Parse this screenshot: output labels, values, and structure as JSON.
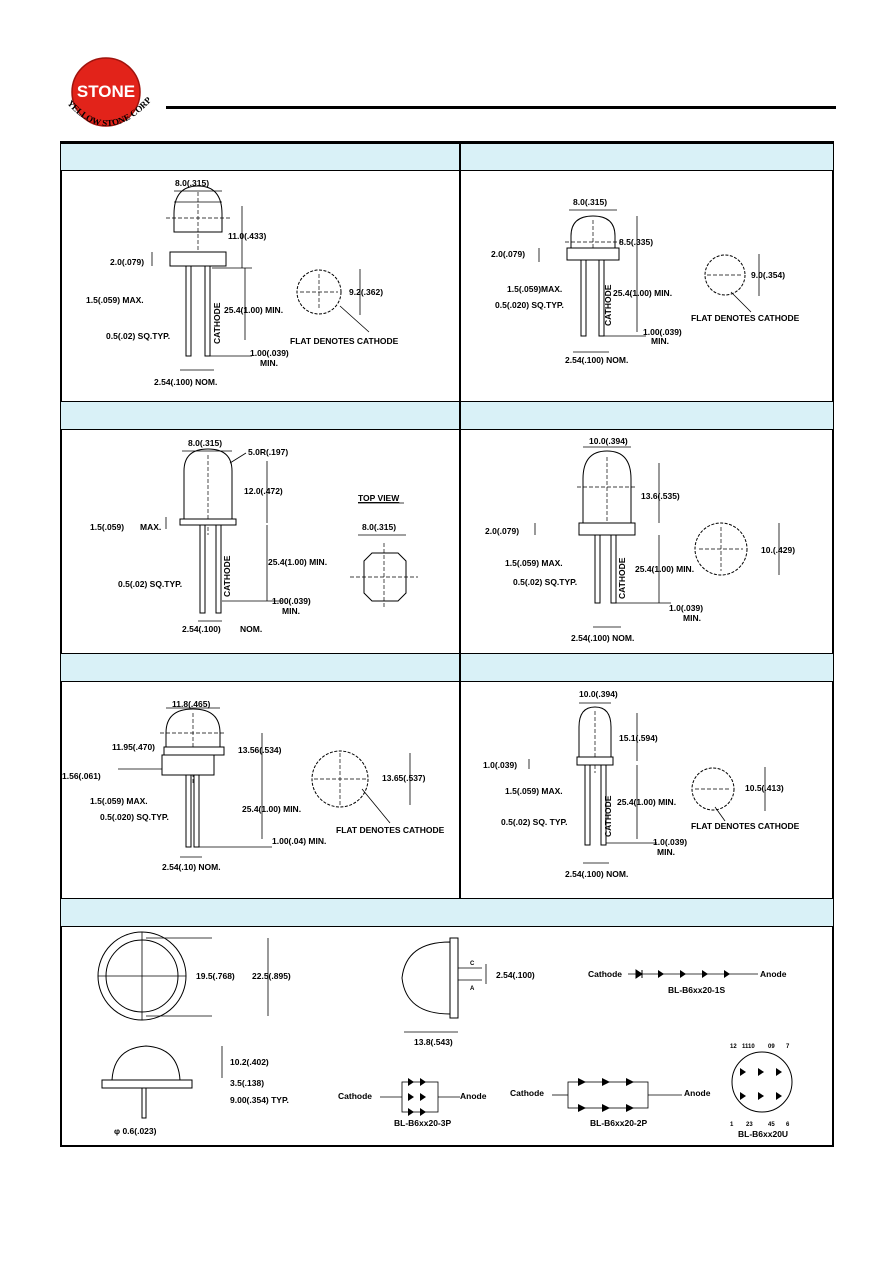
{
  "logo": {
    "brand": "STONE",
    "company": "YELLOW STONE CORP.",
    "color": "#e2231a"
  },
  "pkg1": {
    "d1": "8.0(.315)",
    "d2": "11.0(.433)",
    "d3": "2.0(.079)",
    "d4": "1.5(.059) MAX.",
    "d5": "25.4(1.00) MIN.",
    "cathode": "CATHODE",
    "d6": "0.5(.02) SQ.TYP.",
    "d7": "1.00(.039)",
    "d7b": "MIN.",
    "d8": "2.54(.100) NOM.",
    "d9": "9.2(.362)",
    "flat": "FLAT DENOTES CATHODE"
  },
  "pkg2": {
    "d1": "8.0(.315)",
    "d2": "8.5(.335)",
    "d3": "2.0(.079)",
    "d4": "1.5(.059)MAX.",
    "d5": "0.5(.020) SQ.TYP.",
    "d6": "25.4(1.00) MIN.",
    "cathode": "CATHODE",
    "d7": "1.00(.039)",
    "d7b": "MIN.",
    "d8": "2.54(.100) NOM.",
    "d9": "9.0(.354)",
    "flat": "FLAT DENOTES CATHODE"
  },
  "pkg3": {
    "d1": "8.0(.315)",
    "d2": "5.0R(.197)",
    "d3": "12.0(.472)",
    "d4": "1.5(.059)",
    "d4b": "MAX.",
    "d5": "25.4(1.00) MIN.",
    "cathode": "CATHODE",
    "d6": "0.5(.02) SQ.TYP.",
    "d7": "1.00(.039)",
    "d7b": "MIN.",
    "d8": "2.54(.100)",
    "d8b": "NOM.",
    "top": "TOP VIEW",
    "d9": "8.0(.315)"
  },
  "pkg4": {
    "d1": "10.0(.394)",
    "d2": "13.6(.535)",
    "d3": "2.0(.079)",
    "d4": "1.5(.059) MAX.",
    "d5": "25.4(1.00) MIN.",
    "d6": "0.5(.02) SQ.TYP.",
    "cathode": "CATHODE",
    "d7": "1.0(.039)",
    "d7b": "MIN.",
    "d8": "2.54(.100) NOM.",
    "d9": "10.(.429)"
  },
  "pkg5": {
    "d1": "11.8(.465)",
    "d2": "11.95(.470)",
    "d3": "13.56(.534)",
    "d4": "1.56(.061)",
    "d5": "1.5(.059) MAX.",
    "d6": "0.5(.020) SQ.TYP.",
    "d7": "25.4(1.00) MIN.",
    "d8": "1.00(.04) MIN.",
    "d9": "2.54(.10) NOM.",
    "d10": "13.65(.537)",
    "flat": "FLAT DENOTES CATHODE"
  },
  "pkg6": {
    "d1": "10.0(.394)",
    "d2": "15.1(.594)",
    "d3": "1.0(.039)",
    "d4": "1.5(.059) MAX.",
    "d5": "25.4(1.00) MIN.",
    "d6": "0.5(.02) SQ. TYP.",
    "cathode": "CATHODE",
    "d7": "1.0(.039)",
    "d7b": "MIN.",
    "d8": "2.54(.100) NOM.",
    "d9": "10.5(.413)",
    "flat": "FLAT DENOTES CATHODE"
  },
  "pkg7": {
    "d1": "19.5(.768)",
    "d2": "22.5(.895)",
    "c": "C",
    "a": "A",
    "d3": "2.54(.100)",
    "d4": "13.8(.543)",
    "d5": "10.2(.402)",
    "d6": "3.5(.138)",
    "d7": "9.00(.354) TYP.",
    "d8": "φ 0.6(.023)",
    "s1_cathode": "Cathode",
    "s1_anode": "Anode",
    "s1_name": "BL-B6xx20-1S",
    "s2_cathode": "Cathode",
    "s2_anode": "Anode",
    "s2_name": "BL-B6xx20-3P",
    "s3_cathode": "Cathode",
    "s3_anode": "Anode",
    "s3_name": "BL-B6xx20-2P",
    "pins_top": [
      "12",
      "1110",
      "09",
      "7"
    ],
    "pins_bot": [
      "1",
      "23",
      "45",
      "6"
    ],
    "s4_name": "BL-B6xx20U"
  }
}
